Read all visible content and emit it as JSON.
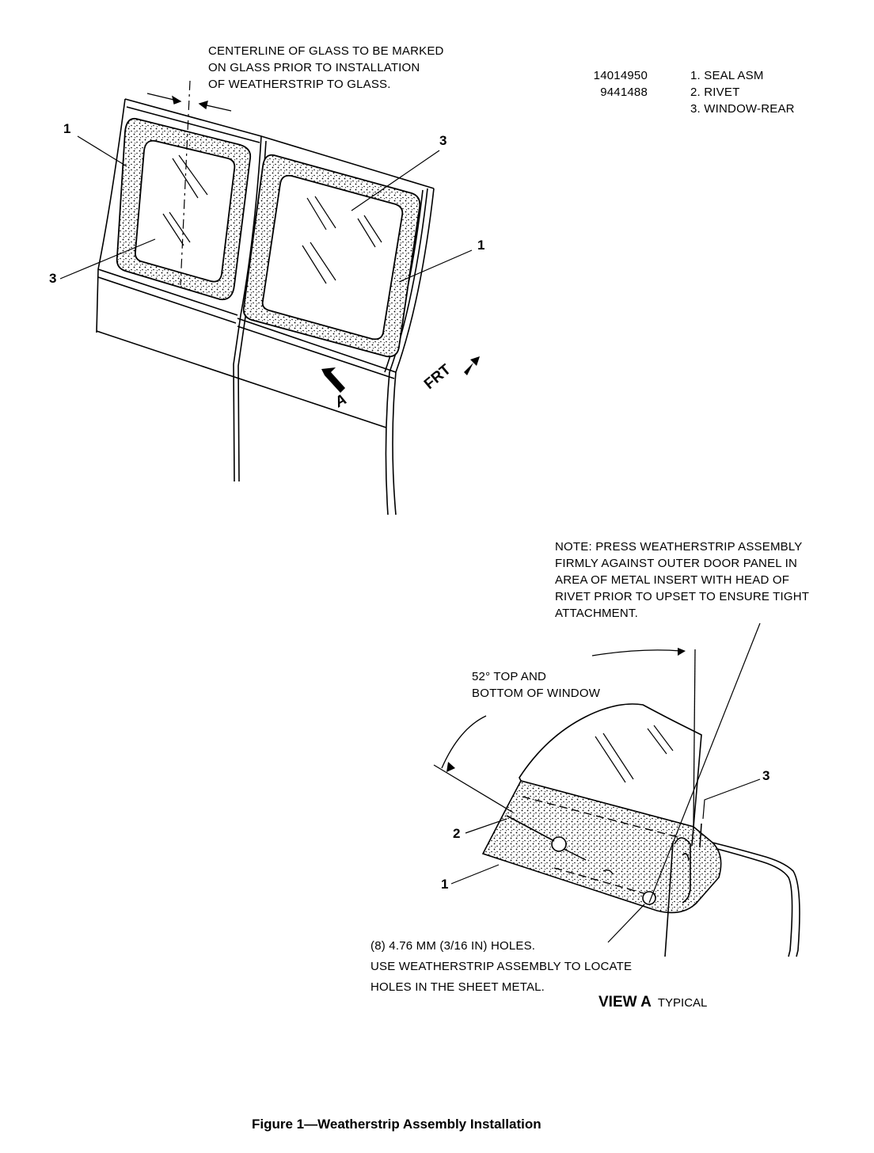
{
  "top_note": {
    "lines": [
      "CENTERLINE OF GLASS TO BE MARKED",
      "ON GLASS PRIOR TO INSTALLATION",
      "OF WEATHERSTRIP TO GLASS."
    ]
  },
  "parts_legend": {
    "part_numbers": [
      "14014950",
      "9441488"
    ],
    "items": [
      "1. SEAL ASM",
      "2. RIVET",
      "3. WINDOW-REAR"
    ]
  },
  "callouts": {
    "left_seal": "1",
    "left_window": "3",
    "right_window": "3",
    "right_seal": "1",
    "view_rivet": "2",
    "view_seal": "1",
    "view_window": "3"
  },
  "direction_labels": {
    "view_arrow": "A",
    "front": "FRT"
  },
  "press_note": {
    "lines": [
      "NOTE: PRESS WEATHERSTRIP ASSEMBLY",
      "FIRMLY AGAINST OUTER DOOR PANEL IN",
      "AREA OF METAL INSERT WITH HEAD OF",
      "RIVET PRIOR TO UPSET TO ENSURE TIGHT",
      "ATTACHMENT."
    ]
  },
  "angle_note": {
    "lines": [
      "52° TOP AND",
      "BOTTOM OF WINDOW"
    ]
  },
  "holes_note": {
    "lines": [
      "(8) 4.76 MM (3/16 IN) HOLES.",
      "USE WEATHERSTRIP ASSEMBLY TO LOCATE",
      "HOLES IN THE SHEET METAL."
    ]
  },
  "view_label": {
    "title": "VIEW A",
    "subtitle": "TYPICAL"
  },
  "caption": "Figure 1—Weatherstrip Assembly Installation"
}
